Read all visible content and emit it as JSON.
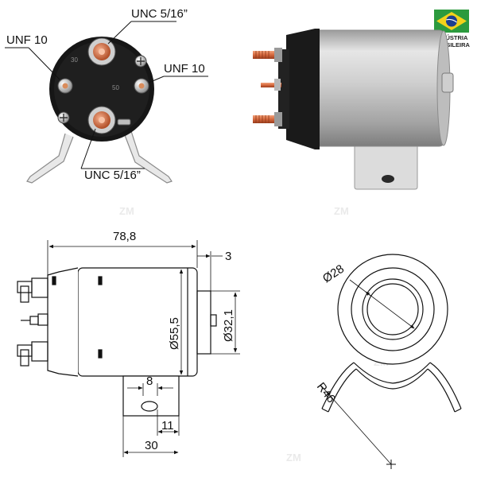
{
  "badge": {
    "line1": "INDÚSTRIA",
    "line2": "BRASILEIRA"
  },
  "watermark": "ZM",
  "terminal_view": {
    "labels": {
      "top": "UNC 5/16”",
      "left": "UNF 10",
      "right": "UNF 10",
      "bottom": "UNC 5/16”"
    },
    "post_marks": {
      "upper": "30",
      "right": "50"
    }
  },
  "dimensions": {
    "length": "78,8",
    "rear_step": "3",
    "body_diameter": "Ø55,5",
    "boss_diameter": "Ø32,1",
    "bracket_slot": "8",
    "bracket_offset": "11",
    "bracket_width": "30",
    "bore_diameter": "Ø28",
    "bracket_radius": "R46"
  },
  "colors": {
    "copper": "#d5683d",
    "flag_green": "#2c9a3e",
    "flag_yellow": "#f2d21b",
    "flag_blue": "#1d3f8f"
  }
}
